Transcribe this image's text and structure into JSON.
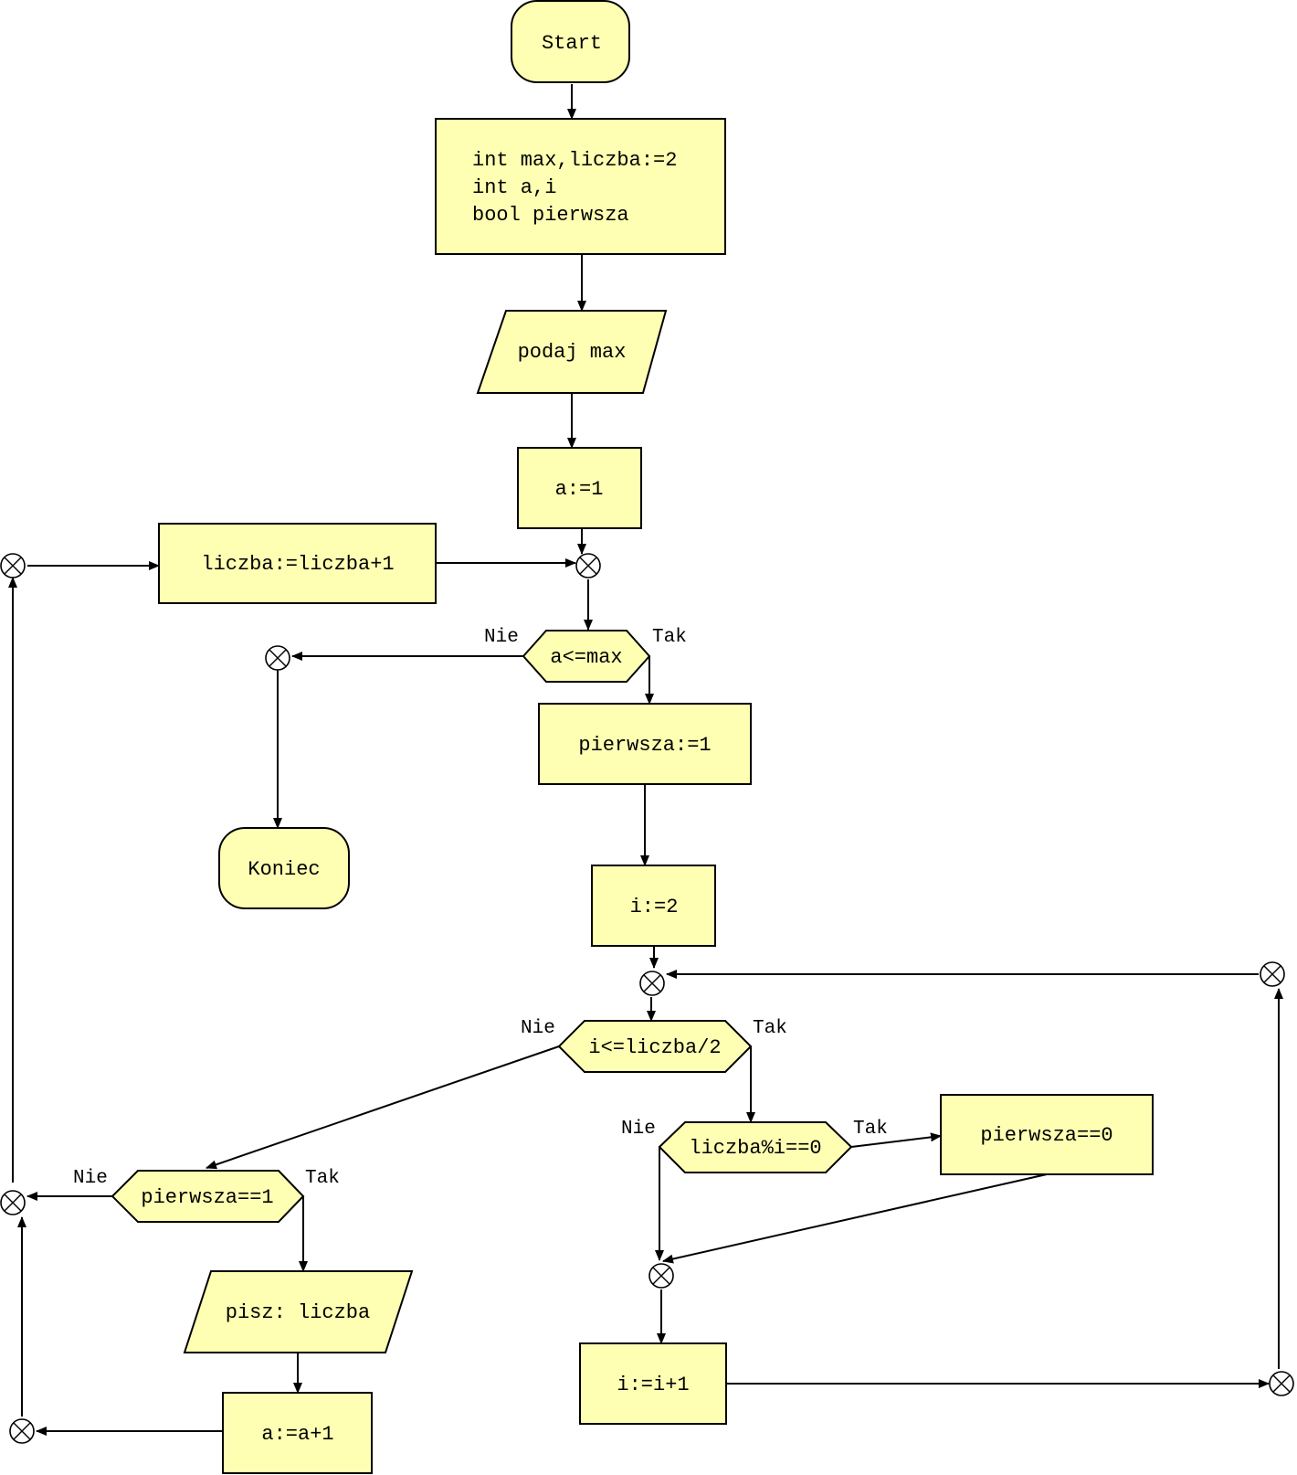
{
  "flowchart": {
    "start": "Start",
    "declarations": [
      "int max,liczba:=2",
      "int a,i",
      "bool pierwsza"
    ],
    "input_max": "podaj max",
    "init_a": "a:=1",
    "increment_liczba": "liczba:=liczba+1",
    "cond_a_le_max": "a<=max",
    "end": "Koniec",
    "set_pierwsza": "pierwsza:=1",
    "init_i": "i:=2",
    "cond_i_le_half": "i<=liczba/2",
    "cond_mod": "liczba%i==0",
    "set_pierwsza_zero": "pierwsza==0",
    "increment_i": "i:=i+1",
    "cond_pierwsza": "pierwsza==1",
    "output_liczba": "pisz: liczba",
    "increment_a": "a:=a+1",
    "yes_label": "Tak",
    "no_label": "Nie"
  }
}
